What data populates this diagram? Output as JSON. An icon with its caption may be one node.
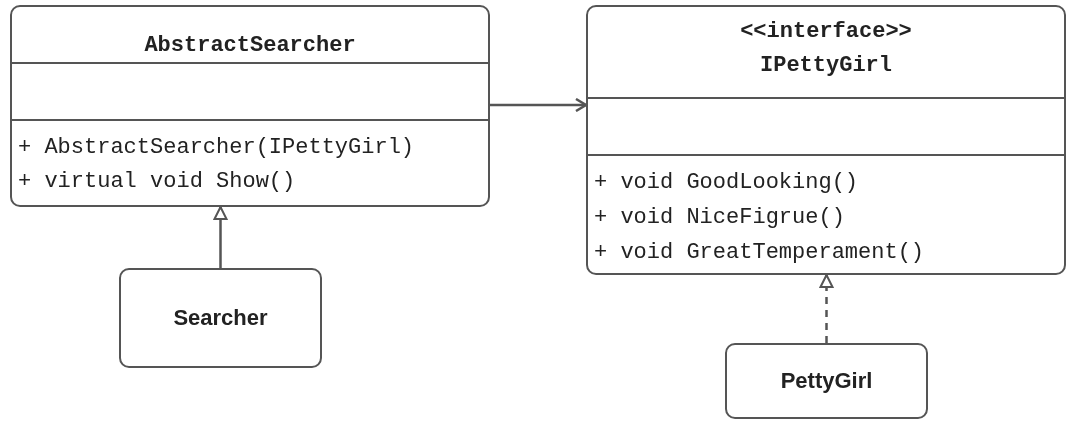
{
  "diagram": {
    "nodes": [
      {
        "text": [
          "AbstractSearcher",
          "+ AbstractSearcher(IPettyGirl)",
          "+ virtual void Show()"
        ]
      },
      {
        "text": [
          "<<interface>>",
          "IPettyGirl",
          "+ void GoodLooking()",
          "+ void NiceFigrue()",
          "+ void GreatTemperament()"
        ]
      },
      {
        "text": [
          "Searcher"
        ]
      },
      {
        "text": [
          "PettyGirl"
        ]
      }
    ],
    "edges": [
      {
        "from": 0,
        "to": 1,
        "arrow": "to"
      },
      {
        "from": 2,
        "to": 0,
        "arrow": "to"
      },
      {
        "from": 3,
        "to": 1,
        "arrow": "to",
        "style": "dashed"
      }
    ]
  }
}
